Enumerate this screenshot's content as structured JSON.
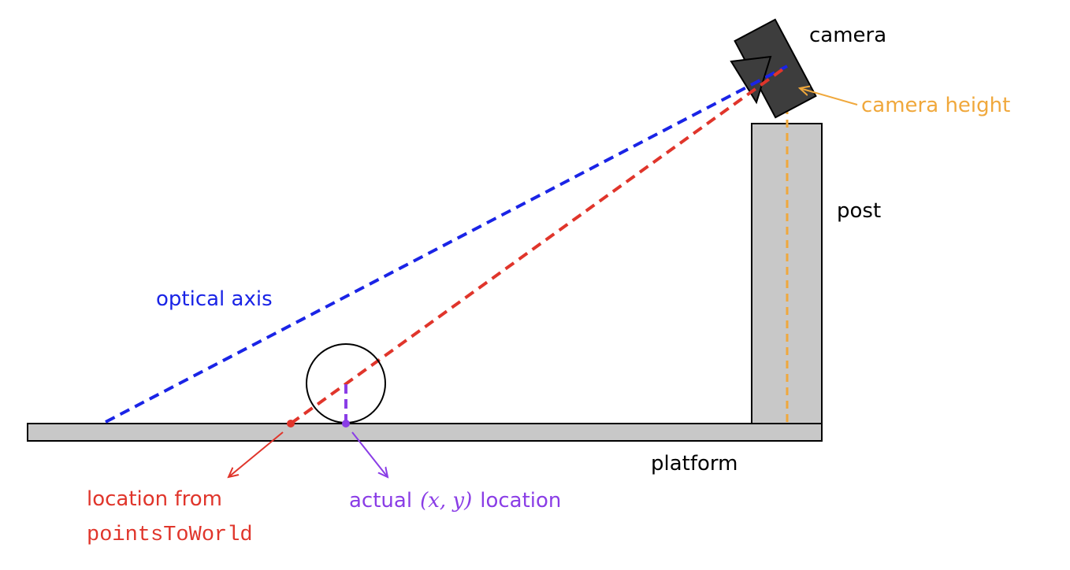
{
  "labels": {
    "camera": "camera",
    "camera_height": "camera height",
    "post": "post",
    "optical_axis": "optical axis",
    "platform": "platform",
    "location_from_line1": "location from",
    "location_from_line2": "pointsToWorld",
    "actual_prefix": "actual",
    "actual_math": "(x, y)",
    "actual_suffix": "location"
  },
  "colors": {
    "black": "#000000",
    "gray_fill": "#c8c8c8",
    "camera_fill": "#3d3d3d",
    "optical_axis": "#1a24e6",
    "projection_ray": "#e0352b",
    "camera_height": "#f0a83c",
    "actual_location": "#8a3de6"
  }
}
